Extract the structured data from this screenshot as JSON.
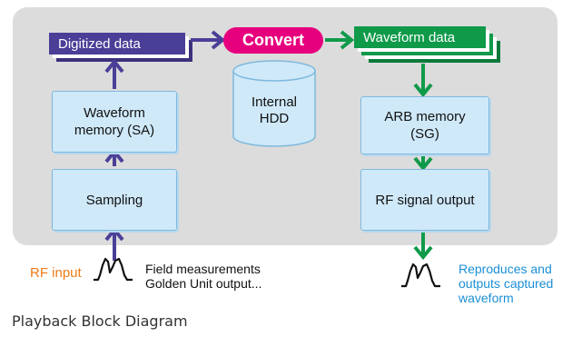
{
  "caption": "Playback Block Diagram",
  "digitized": "Digitized data",
  "convert": "Convert",
  "waveform_data": "Waveform data",
  "internal_hdd": "Internal\nHDD",
  "waveform_memory": "Waveform\nmemory (SA)",
  "sampling": "Sampling",
  "arb_memory": "ARB memory\n(SG)",
  "rf_signal_output": "RF signal output",
  "rf_input": "RF input",
  "field_note": "Field measurements\nGolden Unit output...",
  "reproduces": "Reproduces and\noutputs captured\nwaveform",
  "colors": {
    "purple": "#4a3f97",
    "green": "#0f9a4a",
    "magenta": "#e6007e",
    "orange": "#f07b17",
    "blue_text": "#1b8fd6"
  }
}
